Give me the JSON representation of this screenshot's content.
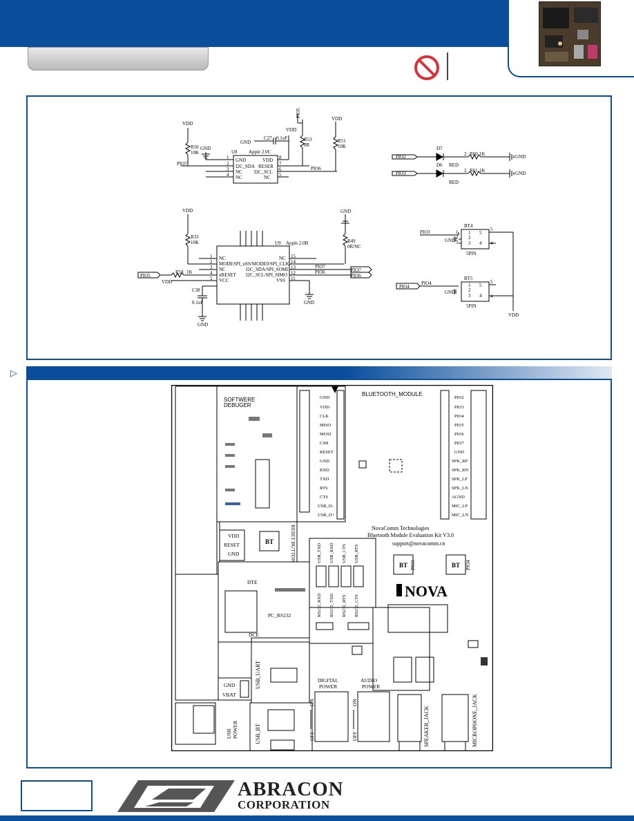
{
  "sch": {
    "u8": {
      "vdd": "VDD",
      "gnd": "GND",
      "r50": "R50",
      "r50v": "10K",
      "pio7": "PIO7",
      "u8": "U8",
      "part": "Apple 2.0C",
      "p1": "GND",
      "p2": "I2C_SDA",
      "p3": "NC",
      "p4": "NC",
      "p8": "VDD",
      "p7": "RESER",
      "p6": "I2C_SCL",
      "p5": "NC",
      "c27": "C27",
      "c27v": "0.1uF",
      "gnd2": "GND",
      "vdd2": "VDD",
      "pio5": "PIO5",
      "r53": "R53",
      "r53v": "0R",
      "vdd3": "VDD",
      "r51": "R51",
      "r51v": "10K",
      "pio6": "PIO6"
    },
    "leds": {
      "pio2": "PIO2",
      "pio3": "PIO3",
      "d7": "D7",
      "d6": "D6",
      "red1": "RED",
      "red2": "RED",
      "r60": "R60",
      "r60v": "1K",
      "r61": "R61",
      "r61v": "1K",
      "gnd": "GND",
      "gnd2": "GND"
    },
    "u9": {
      "vdd": "VDD",
      "r33": "R33",
      "r33v": "10K",
      "u9": "U9",
      "part": "Apple 2.0B",
      "gnd": "GND",
      "r49": "R49",
      "r49v": "0R/NC",
      "l1": "NC",
      "l2": "MODE",
      "l3": "NC",
      "l4": "nRESET",
      "l5": "VCC",
      "m2": "SPI_nSS/MODE0/SPI_CLK",
      "m3": "I2C_SDA/SPI_SOMI",
      "m4": "I2C_SCL/SPI_SIMO",
      "r15": "NC",
      "r11": "VSS",
      "pio7": "PIO7",
      "pio6": "PIO6",
      "pio7t": "PIO7",
      "pio6t": "PIO6",
      "pio5t": "PIO5",
      "r58": "R58",
      "r58v": "1K",
      "vdd2": "VDD",
      "c38": "C38",
      "c38v": "0.1uF",
      "gnd2": "GND",
      "gnd3": "GND"
    },
    "bt": {
      "pio3": "PIO3",
      "bt4": "BT4",
      "gnd": "GND",
      "spin": "5PIN",
      "pio4t": "PIO4",
      "pio4": "PIO4",
      "bt5": "BT5",
      "gnd2": "GND",
      "spin2": "5PIN",
      "vdd": "VDD"
    }
  },
  "pcb": {
    "debugger": "SOFTWERE\nDEBUGER",
    "module": "BLUETOOTH_MODULE",
    "left_pins": [
      "GND",
      "VDD",
      "CLK",
      "MISO",
      "MOSI",
      "CSB",
      "RESET",
      "GND",
      "RXD",
      "TXD",
      "RTS",
      "CTS",
      "USB_D-",
      "USB_D+"
    ],
    "right_pins": [
      "PIO2",
      "PIO3",
      "PIO4",
      "PIO5",
      "PIO6",
      "PIO7",
      "GND",
      "SPK_RP",
      "SPK_RN",
      "SPK_LP",
      "SPK_LN",
      "AGND",
      "MIC_LP",
      "MIC_LN"
    ],
    "vdd": "VDD",
    "reset": "RESET",
    "gnd": "GND",
    "bt": "BT",
    "reset_button": "RESET BUTTON",
    "company": "NovaComm Technologies",
    "kit": "Bluetooth Module Evaluation Kit V3.0",
    "support": "support@novacomm.cn",
    "nova": "NOVA",
    "usb_labels": [
      "USB_TXD",
      "USB_RXD",
      "USB_CTS",
      "USB_RTS"
    ],
    "rs_labels": [
      "RS232_RXD",
      "RS232_TXD",
      "RS232_RTS",
      "RS232_CTS"
    ],
    "pio3": "PIO3",
    "pio4": "PIO4",
    "dte": "DTE",
    "pc_rs232": "PC_RS232",
    "dce": "DCE",
    "gnd2": "GND",
    "vbat": "VBAT",
    "usb_uart": "USB_UART",
    "digital_power": "DIGITAL\nPOWER",
    "audio_power": "AUDIO\nPOWER",
    "on": "ON",
    "off": "OFF",
    "on2": "ON",
    "off2": "OFF",
    "usb_power": "USB\nPOWER",
    "usb_bt": "USB_BT",
    "speaker": "SPEAKER_JACK",
    "microphone": "MICROPHONE_JACK"
  },
  "logo": {
    "line1": "ABRACON",
    "line2": "CORPORATION"
  },
  "colors": {
    "brand": "#0b4f9c"
  }
}
